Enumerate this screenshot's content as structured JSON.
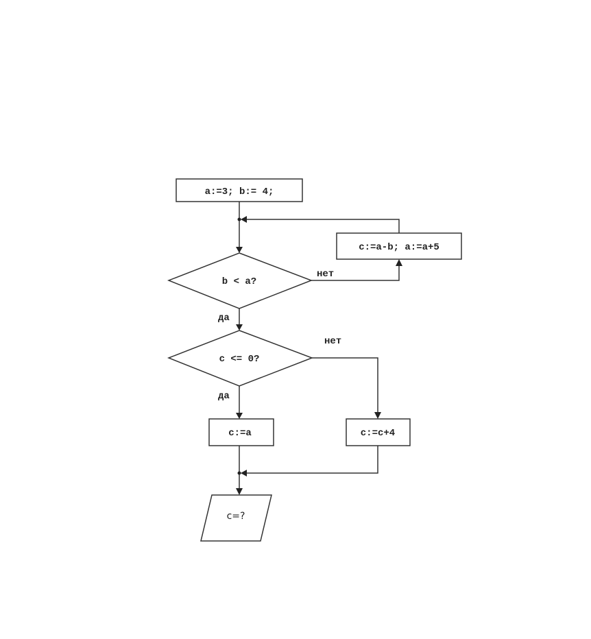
{
  "flowchart": {
    "start": "a:=3; b:= 4;",
    "loop_body": "c:=a-b; a:=a+5",
    "condition1": "b < a?",
    "condition1_no": "нет",
    "condition1_yes": "да",
    "condition2": "c <= 0?",
    "condition2_no": "нет",
    "condition2_yes": "да",
    "assign_yes": "c:=a",
    "assign_no": "c:=c+4",
    "output": "c=?"
  }
}
